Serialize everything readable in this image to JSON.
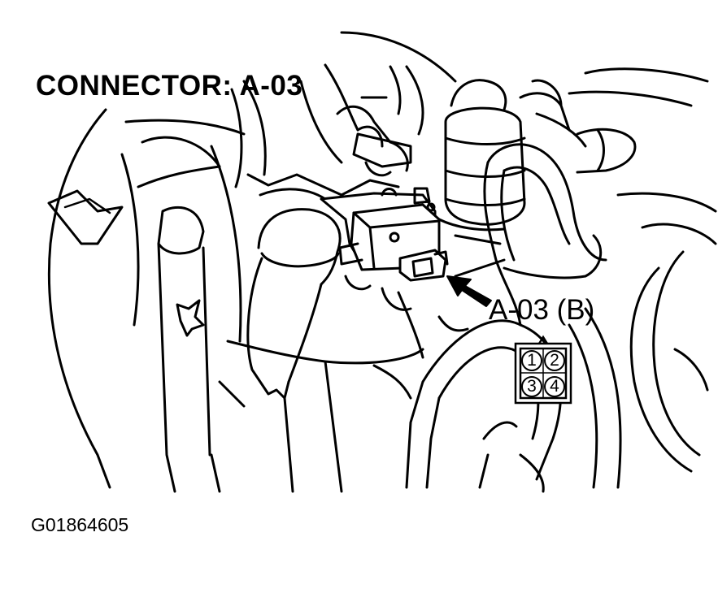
{
  "title": "CONNECTOR: A-03",
  "callout_label": "A-03 (B)",
  "figure_id": "G01864605",
  "connector_pins": [
    "1",
    "2",
    "3",
    "4"
  ]
}
